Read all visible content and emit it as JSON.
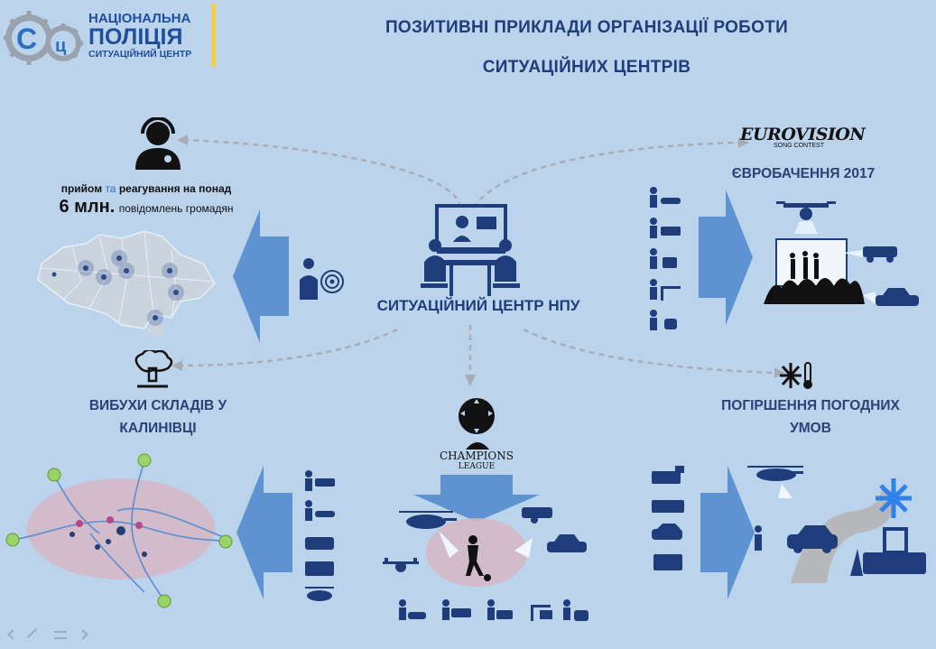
{
  "logo": {
    "line1": "НАЦІОНАЛЬНА",
    "line2": "ПОЛІЦІЯ",
    "line3": "СИТУАЦІЙНИЙ ЦЕНТР",
    "mark": "Сц"
  },
  "title": {
    "line1": "ПОЗИТИВНІ ПРИКЛАДИ ОРГАНІЗАЦІЇ РОБОТИ",
    "line2": "СИТУАЦІЙНИХ ЦЕНТРІВ"
  },
  "center": {
    "label": "СИТУАЦІЙНИЙ ЦЕНТР НПУ"
  },
  "calls": {
    "word_receive": "прийом",
    "word_and": "та",
    "word_response": "реагування на понад",
    "number": "6 млн.",
    "rest": "повідомлень громадян"
  },
  "eurovision": {
    "logo_text": "EUROVISION",
    "logo_sub": "SONG CONTEST",
    "label": "ЄВРОБАЧЕННЯ 2017"
  },
  "explosions": {
    "line1": "ВИБУХИ СКЛАДІВ У",
    "line2": "КАЛИНІВЦІ"
  },
  "weather": {
    "line1": "ПОГІРШЕННЯ ПОГОДНИХ",
    "line2": "УМОВ"
  },
  "champions": {
    "line1": "CHAMPIONS",
    "line2": "LEAGUE"
  },
  "colors": {
    "background": "#bcd3ec",
    "navy": "#1f3d7a",
    "arrow": "#4d87cc",
    "ellipse": "#d6b6c6"
  }
}
